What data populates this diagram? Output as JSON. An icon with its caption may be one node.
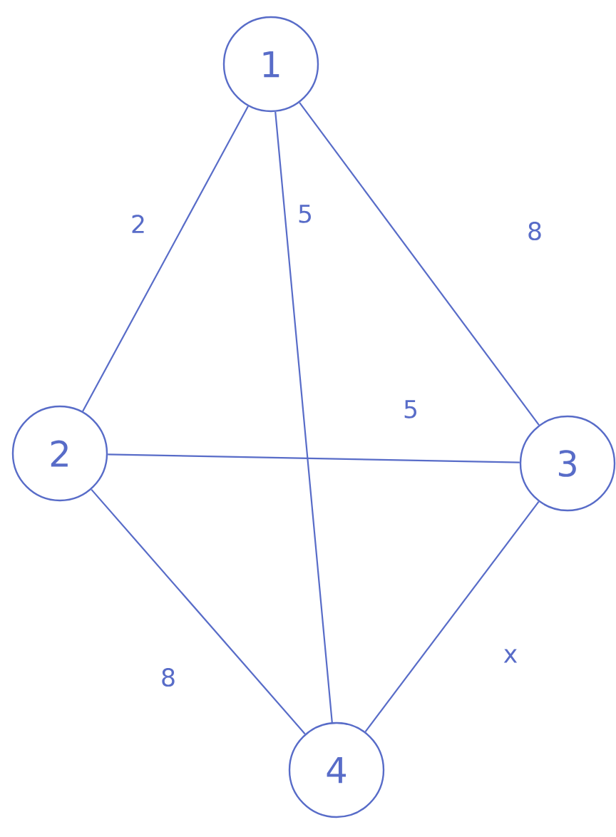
{
  "diagram": {
    "nodes": [
      {
        "text": [
          "1"
        ]
      },
      {
        "text": [
          "2"
        ]
      },
      {
        "text": [
          "3"
        ]
      },
      {
        "text": [
          "4"
        ]
      }
    ],
    "edges": [
      {
        "from": 0,
        "to": 1,
        "arrow": "none",
        "label": "2"
      },
      {
        "from": 0,
        "to": 3,
        "arrow": "none",
        "label": "5"
      },
      {
        "from": 0,
        "to": 2,
        "arrow": "none",
        "label": "8"
      },
      {
        "from": 1,
        "to": 2,
        "arrow": "none",
        "label": "5"
      },
      {
        "from": 1,
        "to": 3,
        "arrow": "none",
        "label": "8"
      },
      {
        "from": 2,
        "to": 3,
        "arrow": "none",
        "label": "x"
      }
    ]
  }
}
